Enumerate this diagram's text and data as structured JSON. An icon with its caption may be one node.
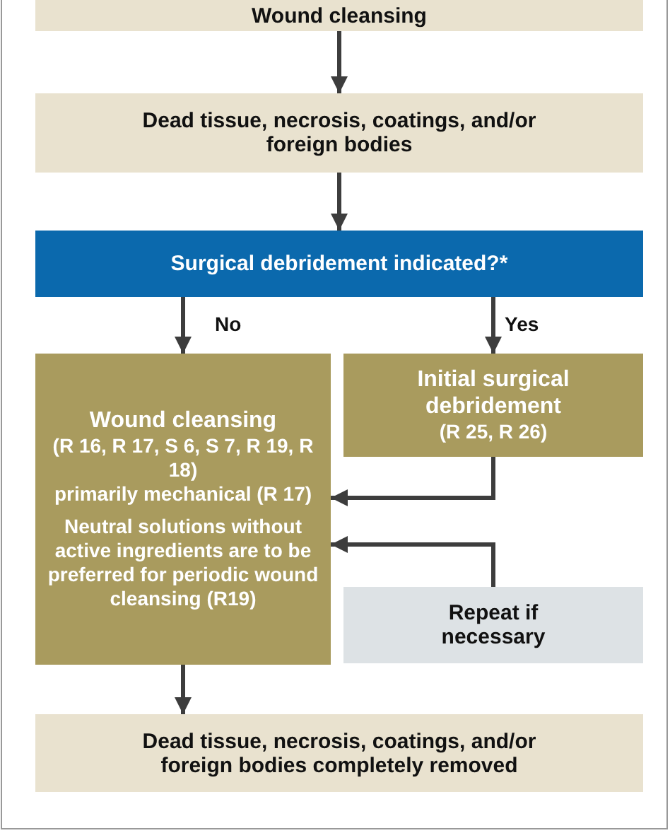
{
  "diagram": {
    "nodes": [
      {
        "text": [
          "Wound cleansing"
        ]
      },
      {
        "text": [
          "Dead tissue, necrosis, coatings, and/or foreign bodies"
        ]
      },
      {
        "text": [
          "Surgical debridement indicated?*"
        ]
      },
      {
        "text": [
          "Wound cleansing",
          "(R 16, R 17, S 6, S 7, R 19, R 18)",
          "primarily mechanical (R 17)",
          "Neutral solutions without active ingredients are to be preferred for periodic wound cleansing (R19)"
        ]
      },
      {
        "text": [
          "Initial surgical debridement",
          "(R 25, R 26)"
        ]
      },
      {
        "text": [
          "Repeat if necessary"
        ]
      },
      {
        "text": [
          "Dead tissue, necrosis, coatings, and/or foreign bodies completely removed"
        ]
      }
    ],
    "edges": [
      {
        "from": 0,
        "to": 1,
        "arrow": "to"
      },
      {
        "from": 1,
        "to": 2,
        "arrow": "to"
      },
      {
        "from": 2,
        "to": 3,
        "label": "No",
        "arrow": "to"
      },
      {
        "from": 2,
        "to": 4,
        "label": "Yes",
        "arrow": "to"
      },
      {
        "from": 4,
        "to": 3,
        "arrow": "to"
      },
      {
        "from": 5,
        "to": 3,
        "arrow": "to"
      },
      {
        "from": 3,
        "to": 6,
        "arrow": "to"
      }
    ]
  }
}
